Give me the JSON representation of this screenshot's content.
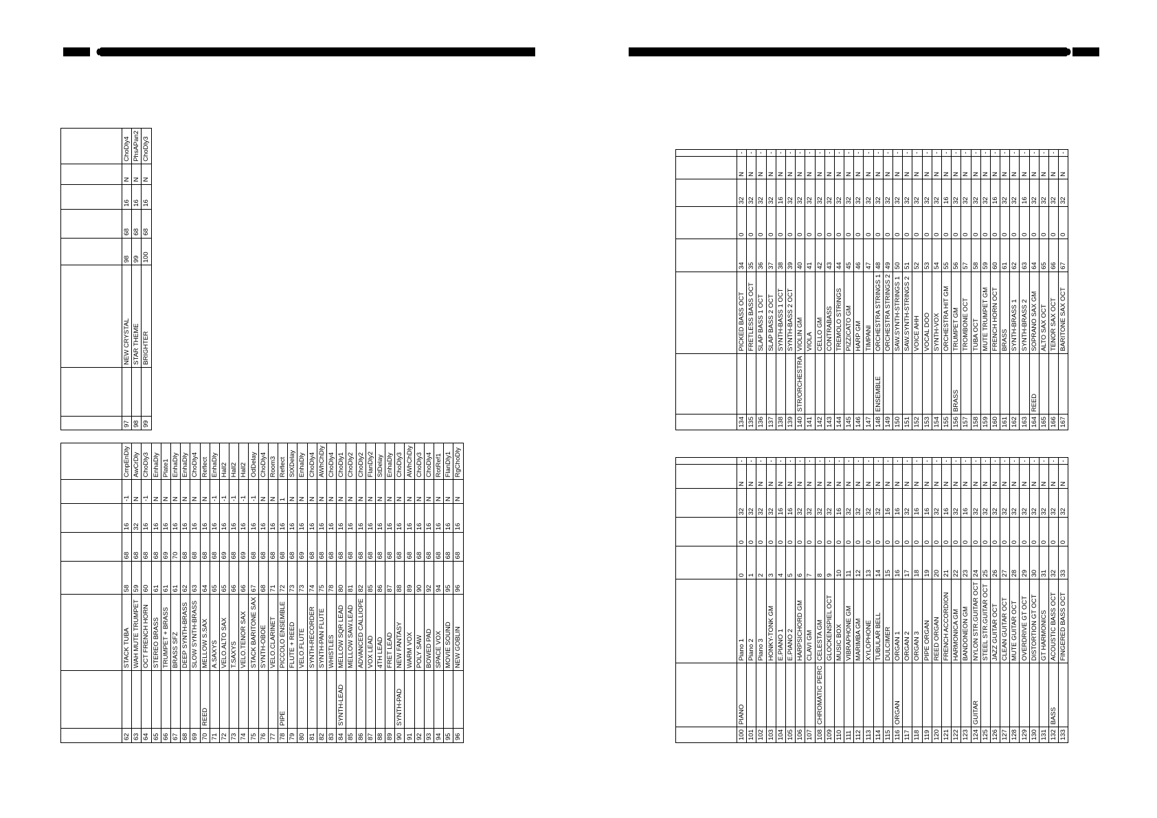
{
  "header": {},
  "tables": [
    {
      "id": "top-left",
      "rows": [
        [
          "97",
          "",
          "NEW CRYSTAL",
          "98",
          "68",
          "16",
          "N",
          "ChoDly4"
        ],
        [
          "98",
          "",
          "STAR THEME",
          "99",
          "68",
          "16",
          "N",
          "PhsAPan2"
        ],
        [
          "99",
          "",
          "BRIGHTER",
          "100",
          "68",
          "16",
          "N",
          "ChoDly3"
        ]
      ]
    },
    {
      "id": "bottom-left",
      "rows": [
        [
          "62",
          "",
          "STACK TUBA",
          "58",
          "68",
          "16",
          "-1",
          "CmpEnDly"
        ],
        [
          "63",
          "",
          "WAH MUTE TRUMPET",
          "59",
          "68",
          "32",
          "N",
          "AwCrDly"
        ],
        [
          "64",
          "",
          "OCT FRENCH HORN",
          "60",
          "68",
          "16",
          "-1",
          "ChoDly3"
        ],
        [
          "65",
          "",
          "STEREO BRASS",
          "61",
          "68",
          "16",
          "N",
          "EnhaDly"
        ],
        [
          "66",
          "",
          "TRUMPET + BRASS",
          "61",
          "69",
          "16",
          "N",
          "Plate1"
        ],
        [
          "67",
          "",
          "BRASS SFZ",
          "61",
          "70",
          "16",
          "N",
          "EnhaDly"
        ],
        [
          "68",
          "",
          "DEEP SYNTH-BRASS",
          "62",
          "68",
          "16",
          "N",
          "EnhaDly"
        ],
        [
          "69",
          "",
          "SLOW SYNTH-BRASS",
          "63",
          "68",
          "16",
          "N",
          "ChoDly4"
        ],
        [
          "70",
          "REED",
          "MELLOW S.SAX",
          "64",
          "68",
          "16",
          "N",
          "Reflect"
        ],
        [
          "71",
          "",
          "A.SAXYS",
          "65",
          "68",
          "16",
          "-1",
          "EnhaDly"
        ],
        [
          "72",
          "",
          "VELO.ALTO SAX",
          "65",
          "69",
          "16",
          "-1",
          "Hall2"
        ],
        [
          "73",
          "",
          "T.SAXYS",
          "66",
          "68",
          "16",
          "-1",
          "Hall2"
        ],
        [
          "74",
          "",
          "VELO.TENOR SAX",
          "66",
          "69",
          "16",
          "-1",
          "Hall2"
        ],
        [
          "75",
          "",
          "STACK BARITONE SAX",
          "67",
          "68",
          "16",
          "-1",
          "OdDelay"
        ],
        [
          "76",
          "",
          "SYNTH-OBOE",
          "68",
          "68",
          "16",
          "N",
          "ChoDly4"
        ],
        [
          "77",
          "",
          "VELO.CLARINET",
          "71",
          "68",
          "16",
          "N",
          "Room3"
        ],
        [
          "78",
          "PIPE",
          "PICCOLO ENSEMBLE",
          "72",
          "68",
          "16",
          "1",
          "Reflect"
        ],
        [
          "79",
          "",
          "FLUTE + REED",
          "73",
          "68",
          "16",
          "N",
          "StXDelay"
        ],
        [
          "80",
          "",
          "VELO.FLUTE",
          "73",
          "69",
          "16",
          "N",
          "EnhaDly"
        ],
        [
          "81",
          "",
          "SYNTH-RECORDER",
          "74",
          "68",
          "16",
          "N",
          "ChoDly4"
        ],
        [
          "82",
          "",
          "SYNTH-PAN FLUTE",
          "75",
          "68",
          "16",
          "N",
          "AWhChDly"
        ],
        [
          "83",
          "",
          "WHISTLES",
          "78",
          "68",
          "16",
          "N",
          "ChoDly4"
        ],
        [
          "84",
          "SYNTH-LEAD",
          "MELLOW SQR LEAD",
          "80",
          "68",
          "16",
          "N",
          "ChoDly1"
        ],
        [
          "85",
          "",
          "MELLOW SAW.LEAD",
          "81",
          "68",
          "16",
          "N",
          "ChoDly2"
        ],
        [
          "86",
          "",
          "ADVANCED CALLIOPE",
          "82",
          "68",
          "16",
          "N",
          "ChoDly2"
        ],
        [
          "87",
          "",
          "VOX LEAD",
          "85",
          "68",
          "16",
          "N",
          "FlanDly2"
        ],
        [
          "88",
          "",
          "4TH LEAD",
          "86",
          "68",
          "16",
          "N",
          "StDelay"
        ],
        [
          "89",
          "",
          "FRET LEAD",
          "87",
          "68",
          "16",
          "N",
          "EnhaDly"
        ],
        [
          "90",
          "SYNTH-PAD",
          "NEW FANTASY",
          "88",
          "68",
          "16",
          "N",
          "ChoDly3"
        ],
        [
          "91",
          "",
          "WARM VOX",
          "89",
          "68",
          "16",
          "N",
          "AWhChDly"
        ],
        [
          "92",
          "",
          "POLY SAW",
          "90",
          "68",
          "16",
          "N",
          "ChoDly3"
        ],
        [
          "93",
          "",
          "BOWED PAD",
          "92",
          "68",
          "16",
          "N",
          "ChoDly4"
        ],
        [
          "94",
          "",
          "SPACE VOX",
          "94",
          "68",
          "16",
          "N",
          "RotRef1"
        ],
        [
          "95",
          "",
          "MOVIE SOUND",
          "95",
          "68",
          "16",
          "N",
          "FlanDly1"
        ],
        [
          "96",
          "",
          "NEW GOBLIN",
          "96",
          "68",
          "16",
          "N",
          "RgChoDly"
        ]
      ]
    },
    {
      "id": "top-right",
      "rows": [
        [
          "134",
          "",
          "PICKED BASS OCT",
          "34",
          "0",
          "32",
          "N",
          "-"
        ],
        [
          "135",
          "",
          "FRETLESS BASS OCT",
          "35",
          "0",
          "32",
          "N",
          "-"
        ],
        [
          "136",
          "",
          "SLAP BASS 1 OCT",
          "36",
          "0",
          "32",
          "N",
          "-"
        ],
        [
          "137",
          "",
          "SLAP BASS 2 OCT",
          "37",
          "0",
          "32",
          "N",
          "-"
        ],
        [
          "138",
          "",
          "SYNTH-BASS 1 OCT",
          "38",
          "0",
          "16",
          "N",
          "-"
        ],
        [
          "139",
          "",
          "SYNTH-BASS 2 OCT",
          "39",
          "0",
          "32",
          "N",
          "-"
        ],
        [
          "140",
          "STR/ORCHESTRA",
          "VIOLIN GM",
          "40",
          "0",
          "32",
          "N",
          "-"
        ],
        [
          "141",
          "",
          "VIOLA",
          "41",
          "0",
          "32",
          "N",
          "-"
        ],
        [
          "142",
          "",
          "CELLO GM",
          "42",
          "0",
          "32",
          "N",
          "-"
        ],
        [
          "143",
          "",
          "CONTRABASS",
          "43",
          "0",
          "32",
          "N",
          "-"
        ],
        [
          "144",
          "",
          "TREMOLO STRINGS",
          "44",
          "0",
          "32",
          "N",
          "-"
        ],
        [
          "145",
          "",
          "PIZZICATO GM",
          "45",
          "0",
          "32",
          "N",
          "-"
        ],
        [
          "146",
          "",
          "HARP GM",
          "46",
          "0",
          "32",
          "N",
          "-"
        ],
        [
          "147",
          "",
          "TIMPANI",
          "47",
          "0",
          "32",
          "N",
          "-"
        ],
        [
          "148",
          "ENSEMBLE",
          "ORCHESTRA STRINGS 1",
          "48",
          "0",
          "32",
          "N",
          "-"
        ],
        [
          "149",
          "",
          "ORCHESTRA STRINGS 2",
          "49",
          "0",
          "32",
          "N",
          "-"
        ],
        [
          "150",
          "",
          "SAW.SYNTH-STRINGS 1",
          "50",
          "0",
          "32",
          "N",
          "-"
        ],
        [
          "151",
          "",
          "SAW.SYNTH-STRINGS 2",
          "51",
          "0",
          "32",
          "N",
          "-"
        ],
        [
          "152",
          "",
          "VOICE AHH",
          "52",
          "0",
          "32",
          "N",
          "-"
        ],
        [
          "153",
          "",
          "VOCAL DOO",
          "53",
          "0",
          "32",
          "N",
          "-"
        ],
        [
          "154",
          "",
          "SYNTH-VOX",
          "54",
          "0",
          "32",
          "N",
          "-"
        ],
        [
          "155",
          "",
          "ORCHESTRA HIT GM",
          "55",
          "0",
          "16",
          "N",
          "-"
        ],
        [
          "156",
          "BRASS",
          "TRUMPET GM",
          "56",
          "0",
          "32",
          "N",
          "-"
        ],
        [
          "157",
          "",
          "TROMBONE OCT",
          "57",
          "0",
          "32",
          "N",
          "-"
        ],
        [
          "158",
          "",
          "TUBA OCT",
          "58",
          "0",
          "32",
          "N",
          "-"
        ],
        [
          "159",
          "",
          "MUTE TRUMPET GM",
          "59",
          "0",
          "32",
          "N",
          "-"
        ],
        [
          "160",
          "",
          "FRENCH HORN OCT",
          "60",
          "0",
          "16",
          "N",
          "-"
        ],
        [
          "161",
          "",
          "BRASS",
          "61",
          "0",
          "32",
          "N",
          "-"
        ],
        [
          "162",
          "",
          "SYNTH-BRASS 1",
          "62",
          "0",
          "32",
          "N",
          "-"
        ],
        [
          "163",
          "",
          "SYNTH-BRASS 2",
          "63",
          "0",
          "16",
          "N",
          "-"
        ],
        [
          "164",
          "REED",
          "SOPRANO SAX GM",
          "64",
          "0",
          "32",
          "N",
          "-"
        ],
        [
          "165",
          "",
          "ALTO SAX OCT",
          "65",
          "0",
          "32",
          "N",
          "-"
        ],
        [
          "166",
          "",
          "TENOR SAX OCT",
          "66",
          "0",
          "32",
          "N",
          "-"
        ],
        [
          "167",
          "",
          "BARITONE SAX OCT",
          "67",
          "0",
          "32",
          "N",
          "-"
        ]
      ]
    },
    {
      "id": "bottom-right",
      "rows": [
        [
          "100",
          "PIANO",
          "Piano 1",
          "0",
          "0",
          "32",
          "N",
          "-"
        ],
        [
          "101",
          "",
          "Piano 2",
          "1",
          "0",
          "32",
          "N",
          "-"
        ],
        [
          "102",
          "",
          "Piano 3",
          "2",
          "0",
          "32",
          "N",
          "-"
        ],
        [
          "103",
          "",
          "HONKY-TONK GM",
          "3",
          "0",
          "32",
          "N",
          "-"
        ],
        [
          "104",
          "",
          "E.PIANO 1",
          "4",
          "0",
          "16",
          "N",
          "-"
        ],
        [
          "105",
          "",
          "E.PIANO 2",
          "5",
          "0",
          "16",
          "N",
          "-"
        ],
        [
          "106",
          "",
          "HARPSICHORD GM",
          "6",
          "0",
          "32",
          "N",
          "-"
        ],
        [
          "107",
          "",
          "CLAVI GM",
          "7",
          "0",
          "32",
          "N",
          "-"
        ],
        [
          "108",
          "CHROMATIC PERC",
          "CELESTA GM",
          "8",
          "0",
          "32",
          "N",
          "-"
        ],
        [
          "109",
          "",
          "GLOCKENSPIEL OCT",
          "9",
          "0",
          "32",
          "N",
          "-"
        ],
        [
          "110",
          "",
          "MUSIC BOX",
          "10",
          "0",
          "16",
          "N",
          "-"
        ],
        [
          "111",
          "",
          "VIBRAPHONE GM",
          "11",
          "0",
          "32",
          "N",
          "-"
        ],
        [
          "112",
          "",
          "MARIMBA GM",
          "12",
          "0",
          "32",
          "N",
          "-"
        ],
        [
          "113",
          "",
          "XYLOPHONE",
          "13",
          "0",
          "32",
          "N",
          "-"
        ],
        [
          "114",
          "",
          "TUBULAR BELL",
          "14",
          "0",
          "32",
          "N",
          "-"
        ],
        [
          "115",
          "",
          "DULCIMER",
          "15",
          "0",
          "16",
          "N",
          "-"
        ],
        [
          "116",
          "ORGAN",
          "ORGAN 1",
          "16",
          "0",
          "16",
          "N",
          "-"
        ],
        [
          "117",
          "",
          "ORGAN 2",
          "17",
          "0",
          "32",
          "N",
          "-"
        ],
        [
          "118",
          "",
          "ORGAN 3",
          "18",
          "0",
          "16",
          "N",
          "-"
        ],
        [
          "119",
          "",
          "PIPE ORGAN",
          "19",
          "0",
          "16",
          "N",
          "-"
        ],
        [
          "120",
          "",
          "REED ORGAN",
          "20",
          "0",
          "32",
          "N",
          "-"
        ],
        [
          "121",
          "",
          "FRENCH ACCORDION",
          "21",
          "0",
          "16",
          "N",
          "-"
        ],
        [
          "122",
          "",
          "HARMONICA GM",
          "22",
          "0",
          "32",
          "N",
          "-"
        ],
        [
          "123",
          "",
          "BANDONEON GM",
          "23",
          "0",
          "16",
          "N",
          "-"
        ],
        [
          "124",
          "GUITAR",
          "NYLON STR.GUITAR OCT",
          "24",
          "0",
          "32",
          "N",
          "-"
        ],
        [
          "125",
          "",
          "STEEL STR.GUITAR OCT",
          "25",
          "0",
          "32",
          "N",
          "-"
        ],
        [
          "126",
          "",
          "JAZZ GUITAR OCT",
          "26",
          "0",
          "32",
          "N",
          "-"
        ],
        [
          "127",
          "",
          "CLEAN GUITAR OCT",
          "27",
          "0",
          "32",
          "N",
          "-"
        ],
        [
          "128",
          "",
          "MUTE GUITAR OCT",
          "28",
          "0",
          "32",
          "N",
          "-"
        ],
        [
          "129",
          "",
          "OVERDRIVE GT OCT",
          "29",
          "0",
          "32",
          "N",
          "-"
        ],
        [
          "130",
          "",
          "DISTORTION GT OCT",
          "30",
          "0",
          "32",
          "N",
          "-"
        ],
        [
          "131",
          "",
          "GT HARMONICS",
          "31",
          "0",
          "32",
          "N",
          "-"
        ],
        [
          "132",
          "BASS",
          "ACOUSTIC BASS OCT",
          "32",
          "0",
          "32",
          "N",
          "-"
        ],
        [
          "133",
          "",
          "FINGERED BASS OCT",
          "33",
          "0",
          "32",
          "N",
          "-"
        ]
      ]
    }
  ]
}
